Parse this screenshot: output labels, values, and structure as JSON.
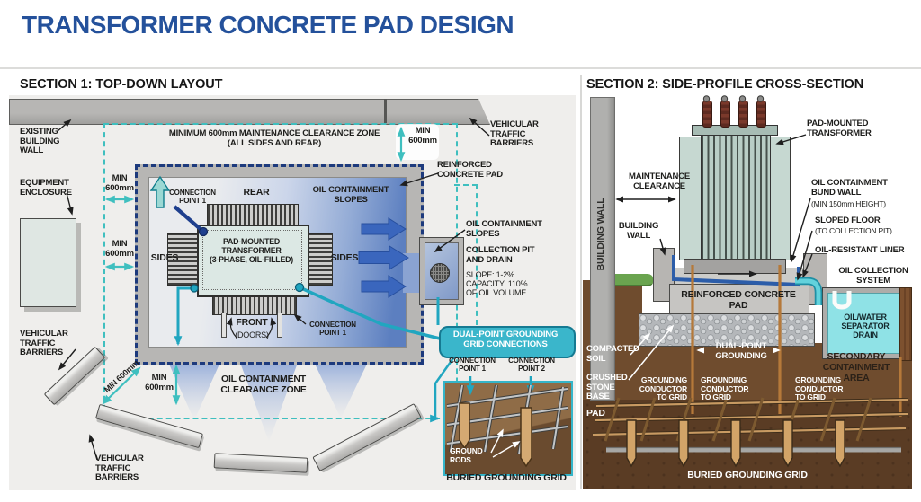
{
  "title": "TRANSFORMER CONCRETE PAD DESIGN",
  "colors": {
    "title_blue": "#24519b",
    "zone_teal_dashed": "#3fbfbf",
    "pad_navy_dashed": "#1d3a7d",
    "connection_teal": "#21a6c0",
    "oil_arrow_blue": "#3a66bd",
    "grounding_box_teal": "#3ab6cb",
    "soil_brown": "#6f4c2e",
    "deep_soil_brown": "#5a3c24",
    "copper_conductor": "#b5793a",
    "separator_water": "#8fe2e6"
  },
  "s1": {
    "header": "SECTION 1: TOP-DOWN LAYOUT",
    "existing_wall": "EXISTING\nBUILDING\nWALL",
    "equipment_enclosure": "EQUIPMENT\nENCLOSURE",
    "zone_title": "MINIMUM 600mm MAINTENANCE CLEARANCE ZONE\n(ALL SIDES AND REAR)",
    "min_600": "MIN\n600mm",
    "min_600_diag": "MIN 600mm",
    "vehicular_barriers": "VEHICULAR\nTRAFFIC\nBARRIERS",
    "connection_point_1": "CONNECTION\nPOINT 1",
    "connection_point_2": "CONNECTION\nPOINT 2",
    "rear": "REAR",
    "sides": "SIDES",
    "transformer": "PAD-MOUNTED\nTRANSFORMER\n(3-PHASE, OIL-FILLED)",
    "oil_containment_slopes": "OIL CONTAINMENT\nSLOPES",
    "reinforced_pad": "REINFORCED\nCONCRETE PAD",
    "collection_pit": "COLLECTION PIT\nAND DRAIN",
    "pit_specs": "SLOPE: 1-2%\nCAPACITY: 110%\nOF OIL VOLUME",
    "front": "FRONT",
    "doors": "(DOORS)",
    "oil_clearance_zone": "OIL CONTAINMENT\nCLEARANCE ZONE",
    "dual_point_box": "DUAL-POINT GROUNDING\nGRID CONNECTIONS",
    "ground_rods": "GROUND\nRODS",
    "buried_grid": "BURIED GROUNDING GRID"
  },
  "s2": {
    "header": "SECTION 2: SIDE-PROFILE CROSS-SECTION",
    "pad_mounted_transformer": "PAD-MOUNTED\nTRANSFORMER",
    "maintenance_clearance": "MAINTENANCE\nCLEARANCE",
    "building_wall_vertical": "BUILDING WALL",
    "building_wall": "BUILDING\nWALL",
    "bund_wall": "OIL CONTAINMENT\nBUND WALL",
    "bund_wall_sub": "(MIN 150mm HEIGHT)",
    "sloped_floor": "SLOPED FLOOR",
    "sloped_floor_sub": "(TO COLLECTION PIT)",
    "oil_resistant_liner": "OIL-RESISTANT LINER",
    "oil_collection_system": "OIL COLLECTION\nSYSTEM",
    "reinforced_pad": "REINFORCED CONCRETE PAD",
    "compacted_soil": "COMPACTED\nSOIL",
    "crushed_stone": "CRUSHED\nSTONE\nBASE",
    "dual_point": "DUAL-POINT\nGROUNDING",
    "grounding_conductor": "GROUNDING\nCONDUCTOR\nTO GRID",
    "pad": "PAD",
    "separator_drain": "OIL/WATER\nSEPARATOR\nDRAIN",
    "secondary_containment": "SECONDARY\nCONTAINMENT\nAREA",
    "buried_grid": "BURIED GROUNDING GRID"
  }
}
